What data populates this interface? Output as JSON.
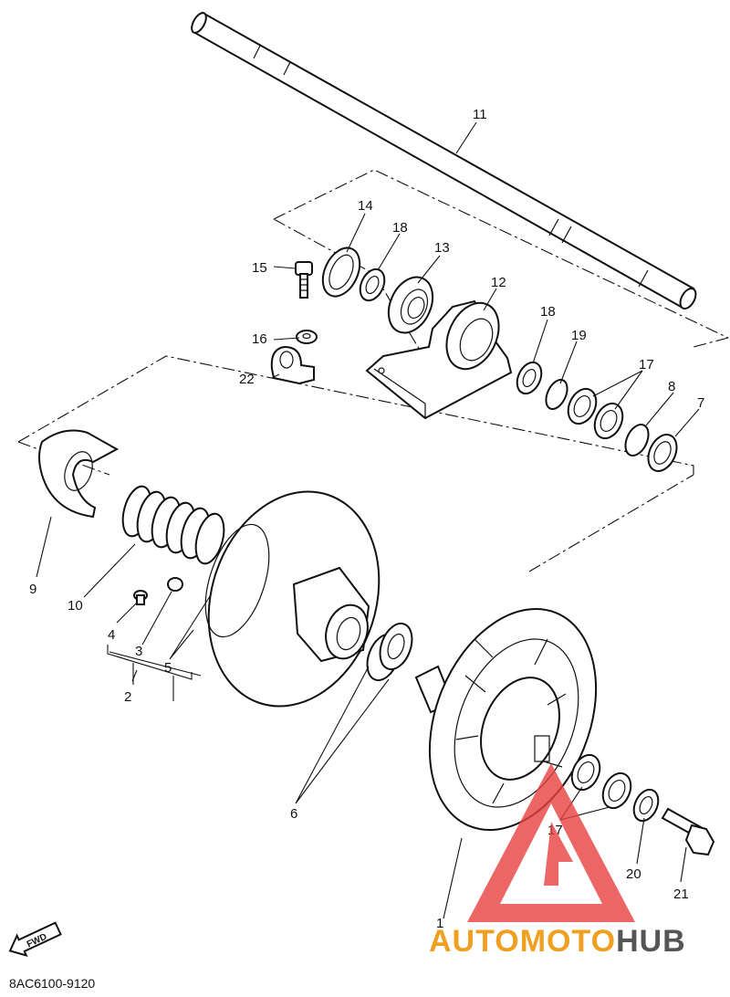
{
  "diagram": {
    "drawing_code": "8AC6100-9120",
    "fwd_label": "FWD",
    "callouts": [
      "1",
      "2",
      "3",
      "4",
      "5",
      "6",
      "7",
      "8",
      "9",
      "10",
      "11",
      "12",
      "13",
      "14",
      "15",
      "16",
      "17",
      "17",
      "18",
      "18",
      "19",
      "20",
      "21",
      "22"
    ]
  },
  "watermark": {
    "brand_part1": "AUTOMOTO",
    "brand_part2": "HUB",
    "color_primary": "#f0a020",
    "color_secondary": "#555555",
    "logo_color": "#e84040"
  }
}
